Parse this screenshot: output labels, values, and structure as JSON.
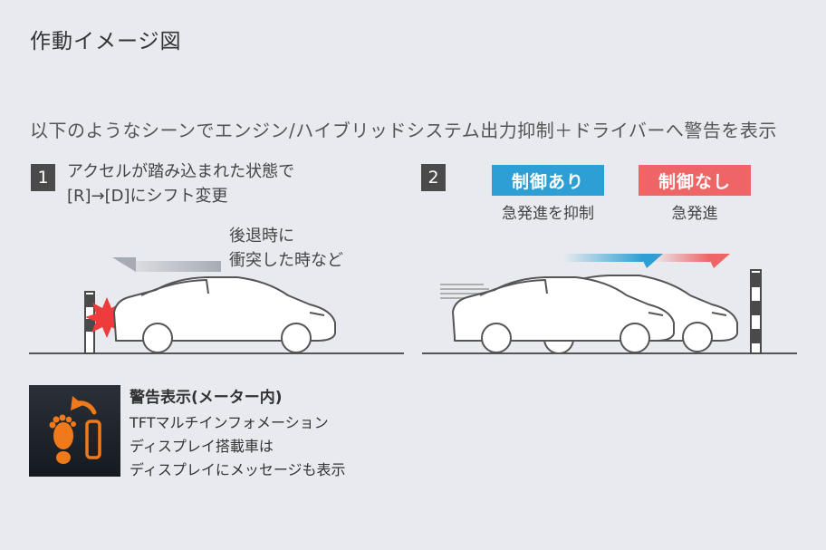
{
  "title": "作動イメージ図",
  "subtitle": "以下のようなシーンでエンジン/ハイブリッドシステム出力抑制＋ドライバーへ警告を表示",
  "scene1": {
    "number": "1",
    "lines": [
      "アクセルが踏み込まれた状態で",
      "[R]→[D]にシフト変更"
    ],
    "note_lines": [
      "後退時に",
      "衝突した時など"
    ]
  },
  "scene2": {
    "number": "2",
    "with_control": {
      "label": "制御あり",
      "sub": "急発進を抑制",
      "color": "#2e9fd4"
    },
    "without_control": {
      "label": "制御なし",
      "sub": "急発進",
      "color": "#ef6464"
    }
  },
  "warning": {
    "title": "警告表示(メーター内)",
    "lines": [
      "TFTマルチインフォメーション",
      "ディスプレイ搭載車は",
      "ディスプレイにメッセージも表示"
    ],
    "icon_color": "#f07a1a"
  }
}
